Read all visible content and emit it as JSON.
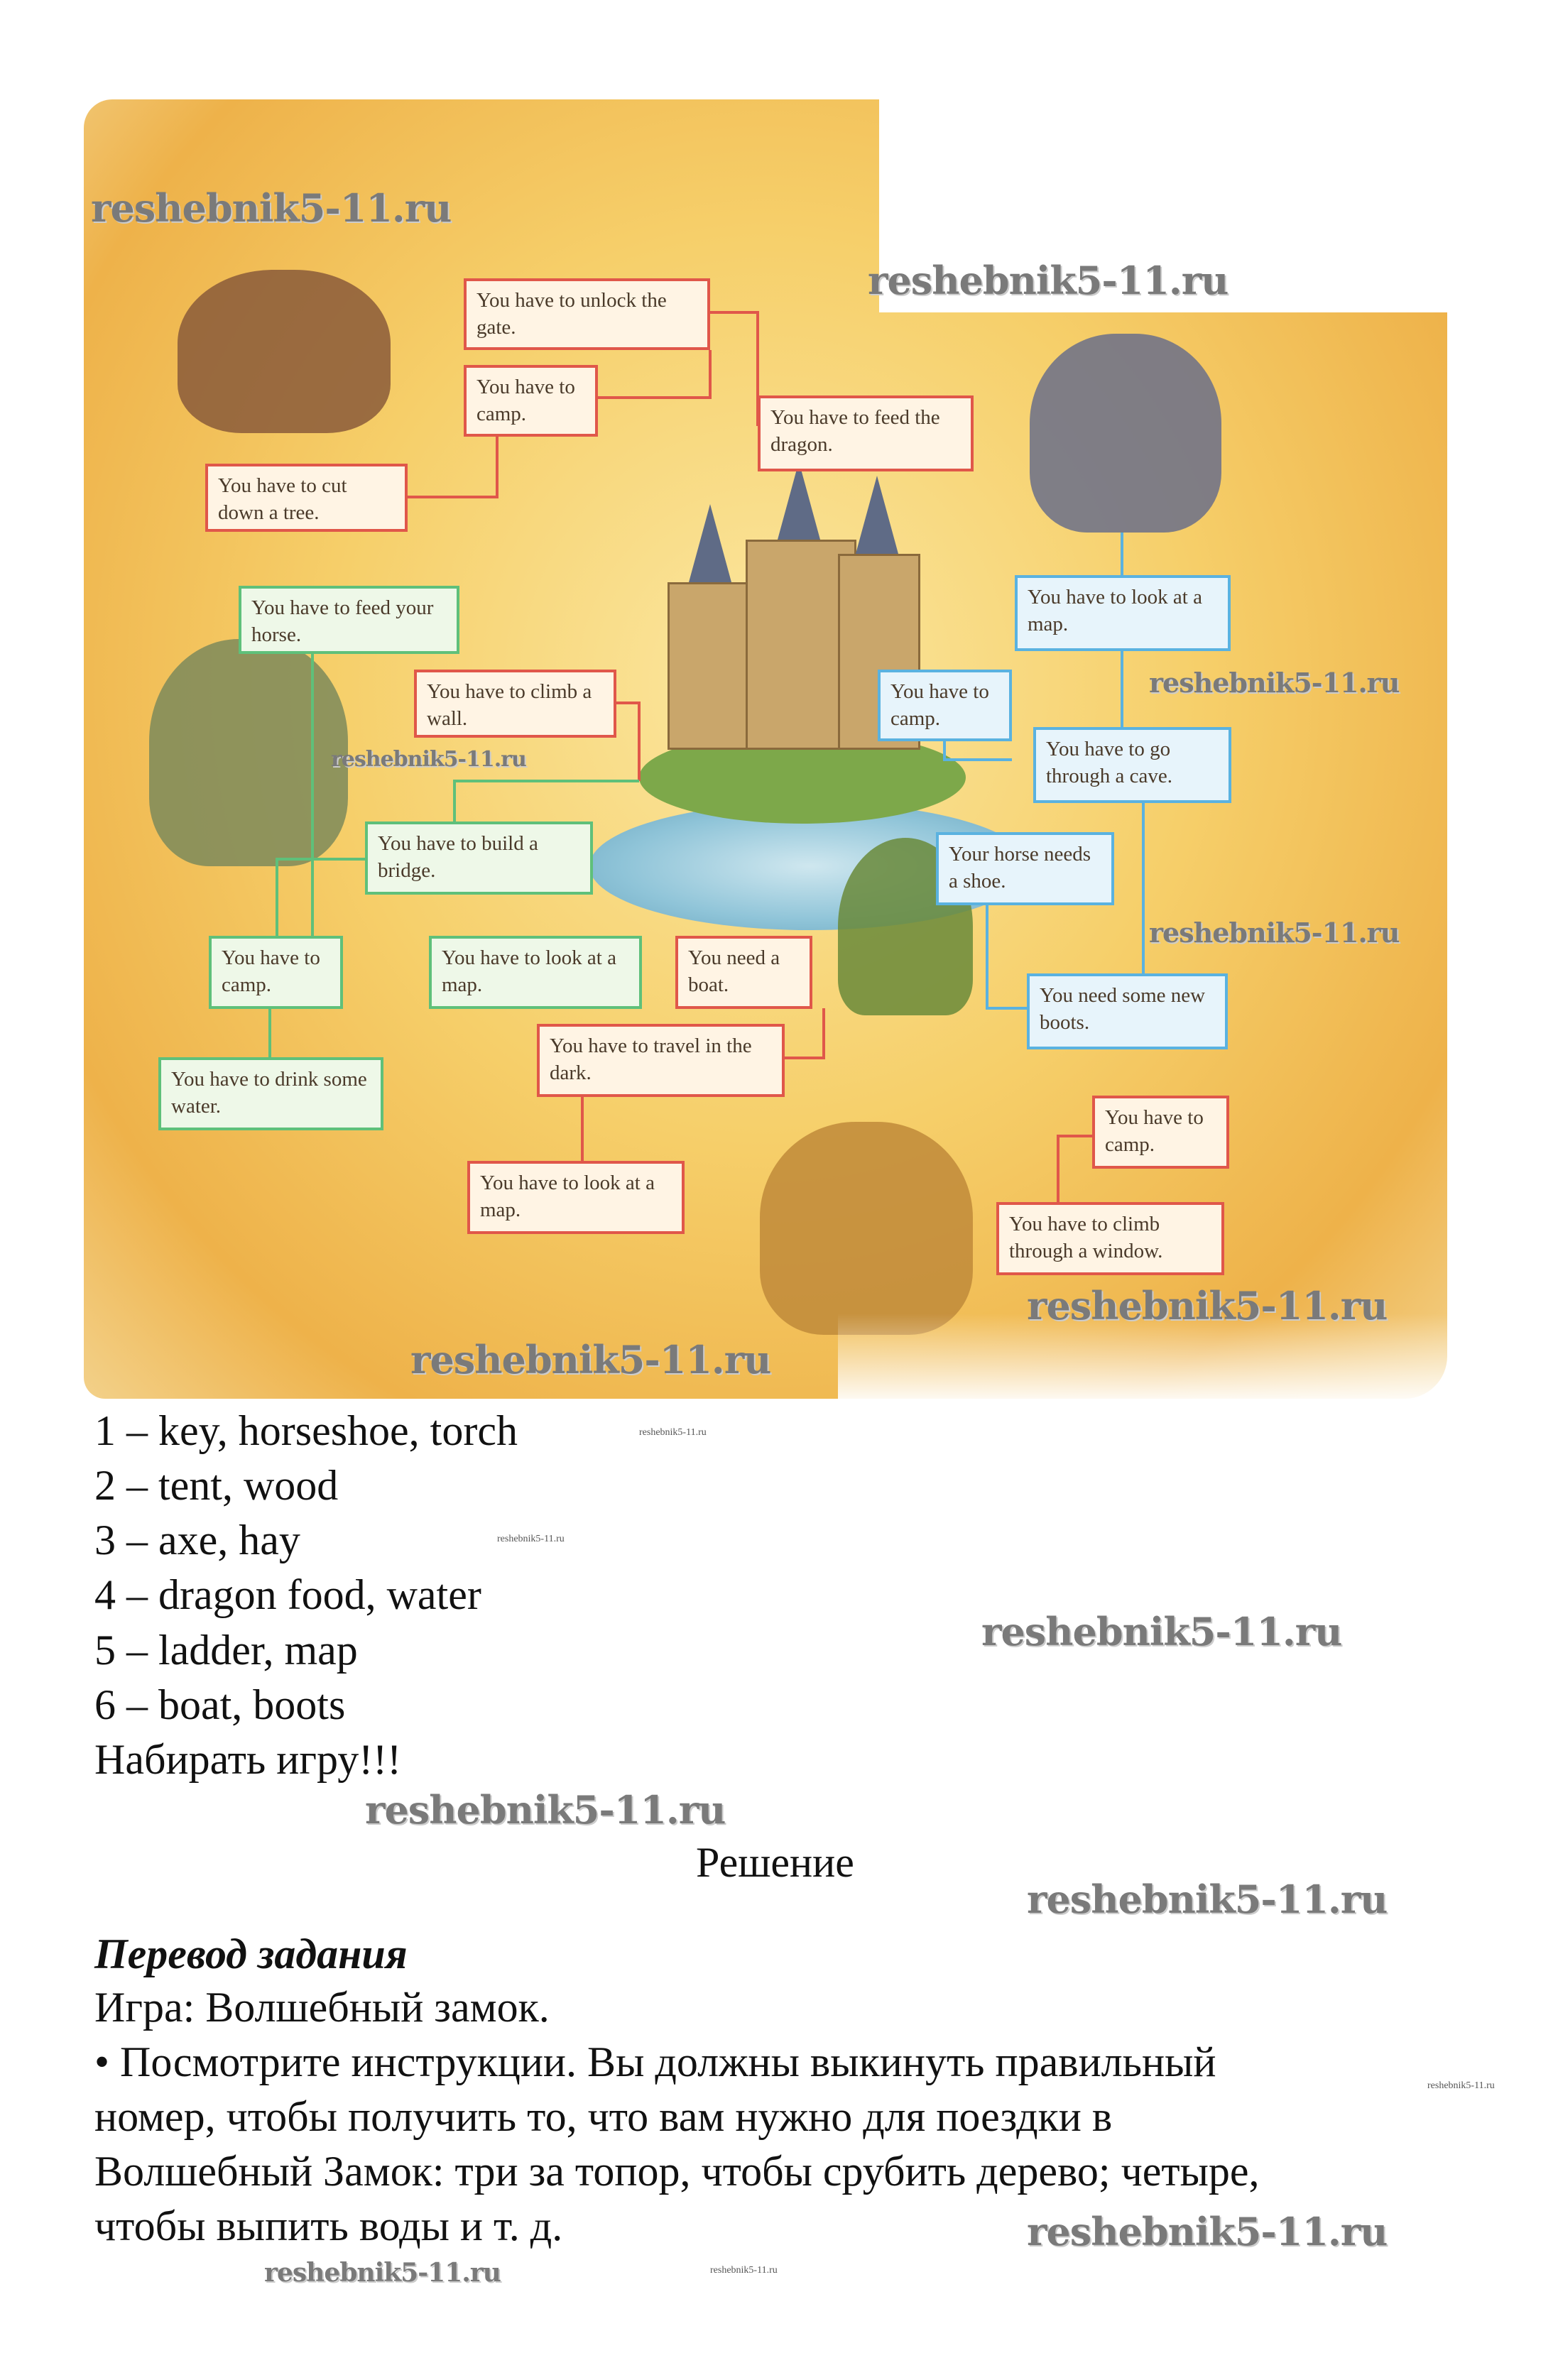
{
  "map": {
    "boxes": [
      "You have to unlock the gate.",
      "You have to camp.",
      "You have to feed the dragon.",
      "You have to cut down a tree.",
      "You have to feed your horse.",
      "You have to climb a wall.",
      "You have to look at a map.",
      "You have to camp.",
      "You have to go through a cave.",
      "You have to build a bridge.",
      "Your horse needs a shoe.",
      "You have to camp.",
      "You have to look at a map.",
      "You need a boat.",
      "You need some new boots.",
      "You have to travel in the dark.",
      "You have to drink some water.",
      "You have to camp.",
      "You have to look at a map.",
      "You have to climb through a window."
    ]
  },
  "answers": [
    "1 – key, horseshoe, torch",
    "2 – tent, wood",
    "3 – axe, hay",
    "4 – dragon food, water",
    "5 – ladder, map",
    "6 – boat, boots",
    "Набирать игру!!!"
  ],
  "solution_label": "Решение",
  "translation": {
    "heading": "Перевод задания",
    "lines": [
      "Игра: Волшебный замок.",
      "• Посмотрите инструкции. Вы должны выкинуть правильный",
      "номер, чтобы получить то, что вам нужно для поездки в",
      "Волшебный Замок: три за топор, чтобы срубить дерево; четыре,",
      "чтобы выпить воды и т. д."
    ]
  },
  "watermark": "reshebnik5-11.ru"
}
